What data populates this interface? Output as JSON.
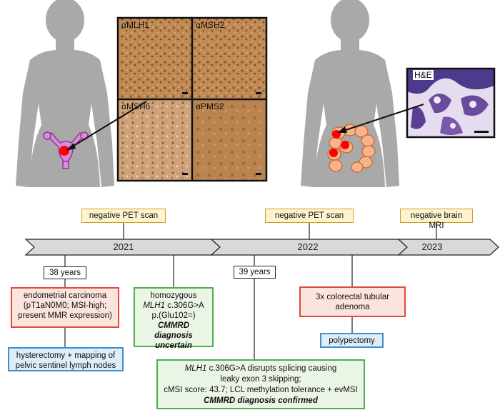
{
  "ihc_panels": [
    "αMLH1",
    "αMSH2",
    "αMSH6",
    "αPMS2"
  ],
  "he_label": "H&E",
  "timeline": {
    "years": [
      "2021",
      "2022",
      "2023"
    ],
    "top_events": [
      {
        "text": "negative PET scan"
      },
      {
        "text": "negative PET scan"
      },
      {
        "text": "negative brain MRI"
      }
    ],
    "ages": [
      "38 years",
      "39 years"
    ],
    "bottom_events": {
      "endometrial": [
        "endometrial carcinoma",
        "(pT1aN0M0; MSI-high;",
        "present MMR expression)"
      ],
      "hysterectomy": [
        "hysterectomy + mapping of",
        "pelvic sentinel lymph nodes"
      ],
      "homozygous": {
        "line1": "homozygous",
        "gene": "MLH1",
        "variant": " c.306G>A",
        "protein": "p.(Glu102=)",
        "conclusion1": "CMMRD diagnosis",
        "conclusion2": "uncertain"
      },
      "adenoma": [
        "3x colorectal tubular",
        "adenoma"
      ],
      "polypectomy": "polypectomy",
      "confirmed": {
        "gene": "MLH1",
        "line1_rest": " c.306G>A disrupts splicing causing",
        "line2": "leaky exon 3 skipping;",
        "line3": "cMSI score: 43.7; LCL methylation tolerance + evMSI",
        "conclusion": "CMMRD diagnosis confirmed"
      }
    }
  },
  "colors": {
    "silhouette": "#a9a9a9",
    "uterus": "#d98be0",
    "colon": "#f7b48a",
    "lesion": "#ff0000",
    "timeline_fill": "#d9d9d9",
    "ihc_brown": "#b07a45",
    "he_purple": "#6a4c9c"
  }
}
